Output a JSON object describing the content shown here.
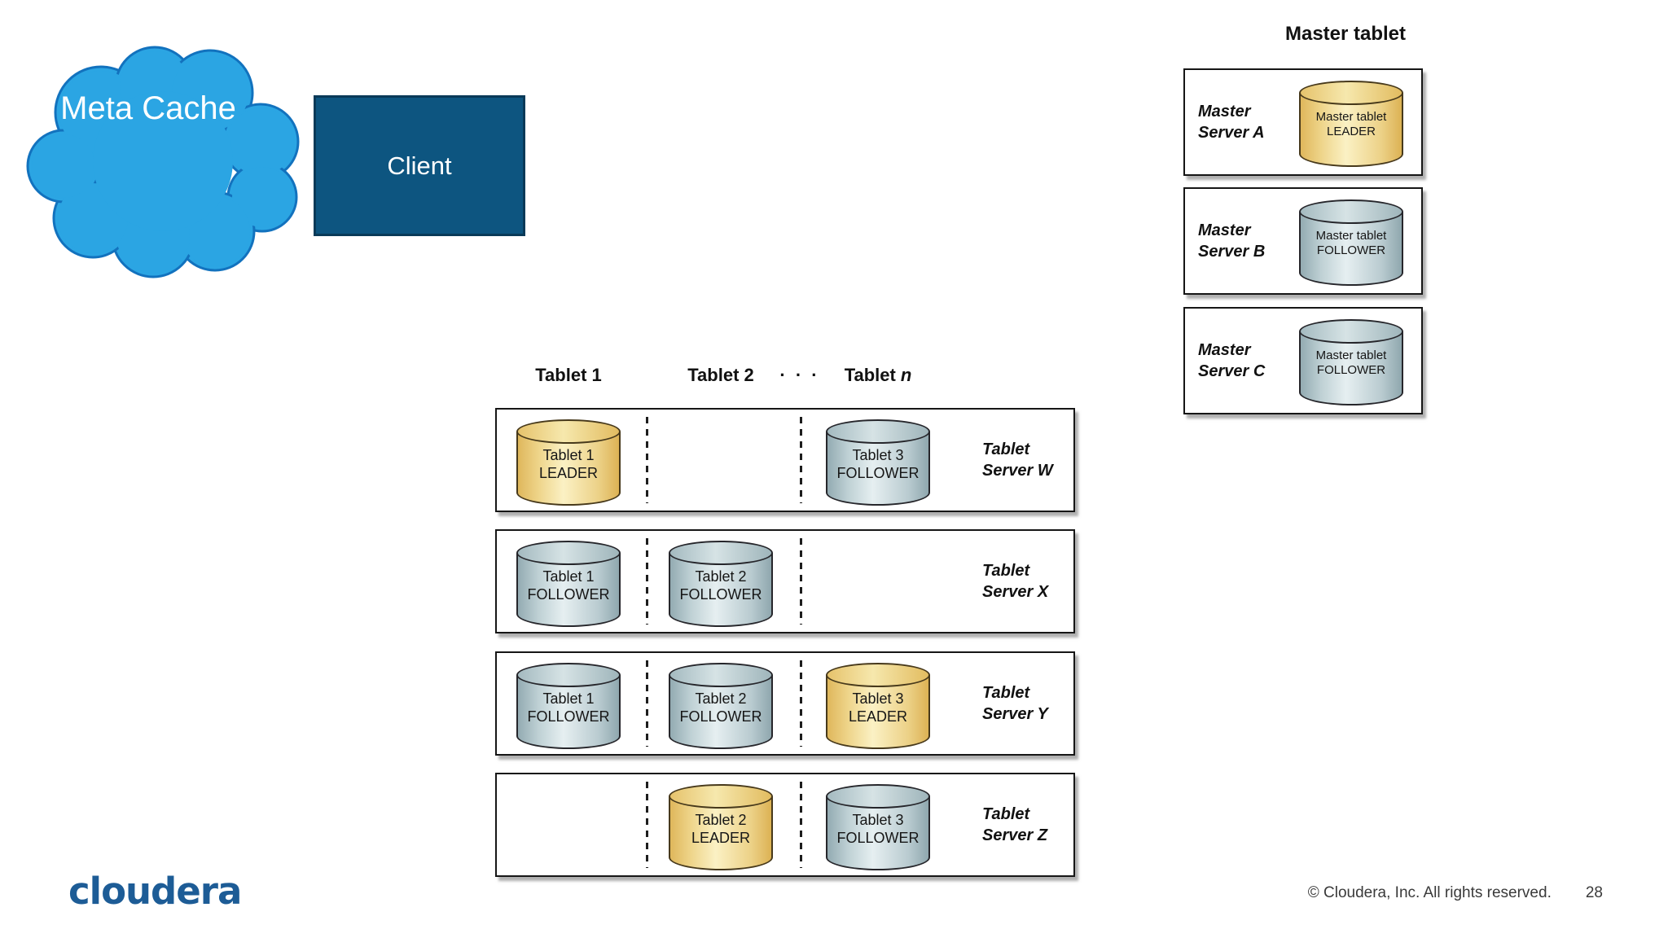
{
  "cloud": {
    "label": "Meta Cache"
  },
  "client": {
    "label": "Client"
  },
  "master": {
    "title": "Master tablet",
    "servers": [
      {
        "name_line1": "Master",
        "name_line2": "Server A",
        "tablet_line1": "Master tablet",
        "tablet_line2": "LEADER",
        "role": "leader"
      },
      {
        "name_line1": "Master",
        "name_line2": "Server B",
        "tablet_line1": "Master tablet",
        "tablet_line2": "FOLLOWER",
        "role": "follower"
      },
      {
        "name_line1": "Master",
        "name_line2": "Server C",
        "tablet_line1": "Master tablet",
        "tablet_line2": "FOLLOWER",
        "role": "follower"
      }
    ]
  },
  "grid": {
    "headers": {
      "h1": "Tablet 1",
      "h2": "Tablet 2",
      "dots": "· · ·",
      "hn_prefix": "Tablet",
      "hn_italic": "n"
    },
    "rows": [
      {
        "label1": "Tablet",
        "label2": "Server W",
        "cells": [
          {
            "col": 1,
            "line1": "Tablet 1",
            "line2": "LEADER",
            "role": "leader"
          },
          {
            "col": 3,
            "line1": "Tablet 3",
            "line2": "FOLLOWER",
            "role": "follower"
          }
        ]
      },
      {
        "label1": "Tablet",
        "label2": "Server X",
        "cells": [
          {
            "col": 1,
            "line1": "Tablet 1",
            "line2": "FOLLOWER",
            "role": "follower"
          },
          {
            "col": 2,
            "line1": "Tablet 2",
            "line2": "FOLLOWER",
            "role": "follower"
          }
        ]
      },
      {
        "label1": "Tablet",
        "label2": "Server Y",
        "cells": [
          {
            "col": 1,
            "line1": "Tablet 1",
            "line2": "FOLLOWER",
            "role": "follower"
          },
          {
            "col": 2,
            "line1": "Tablet 2",
            "line2": "FOLLOWER",
            "role": "follower"
          },
          {
            "col": 3,
            "line1": "Tablet 3",
            "line2": "LEADER",
            "role": "leader"
          }
        ]
      },
      {
        "label1": "Tablet",
        "label2": "Server Z",
        "cells": [
          {
            "col": 2,
            "line1": "Tablet 2",
            "line2": "LEADER",
            "role": "leader"
          },
          {
            "col": 3,
            "line1": "Tablet 3",
            "line2": "FOLLOWER",
            "role": "follower"
          }
        ]
      }
    ]
  },
  "footer": {
    "logo": "cloudera",
    "copyright": "© Cloudera, Inc. All rights reserved.",
    "page_number": "28"
  },
  "colors": {
    "cloud_fill": "#2BA5E3",
    "cloud_stroke": "#1272BE",
    "client_fill": "#0D5580",
    "leader_fill": "#F7ECBD",
    "follower_fill": "#D8E6E8",
    "logo_blue": "#1D5C96"
  }
}
